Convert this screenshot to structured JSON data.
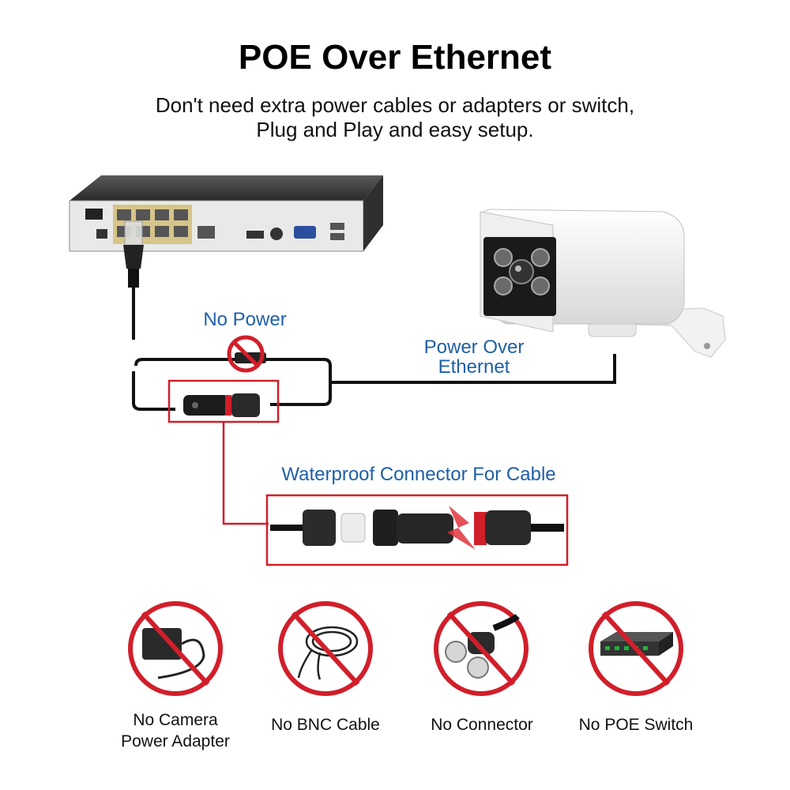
{
  "header": {
    "title": "POE Over Ethernet",
    "subtitle_line1": "Don't need extra power cables or adapters or switch,",
    "subtitle_line2": "Plug and Play and easy setup."
  },
  "labels": {
    "no_power": "No Power",
    "poe_line1": "Power Over",
    "poe_line2": "Ethernet",
    "waterproof": "Waterproof Connector For Cable"
  },
  "not_needed": [
    {
      "line1": "No Camera",
      "line2": "Power Adapter",
      "icon": "power-adapter-icon"
    },
    {
      "line1": "No BNC Cable",
      "line2": "",
      "icon": "bnc-cable-icon"
    },
    {
      "line1": "No Connector",
      "line2": "",
      "icon": "connector-icon"
    },
    {
      "line1": "No POE Switch",
      "line2": "",
      "icon": "poe-switch-icon"
    }
  ],
  "colors": {
    "accent_blue": "#1f5fa8",
    "highlight_red": "#d11f2a",
    "cable_black": "#111111"
  }
}
